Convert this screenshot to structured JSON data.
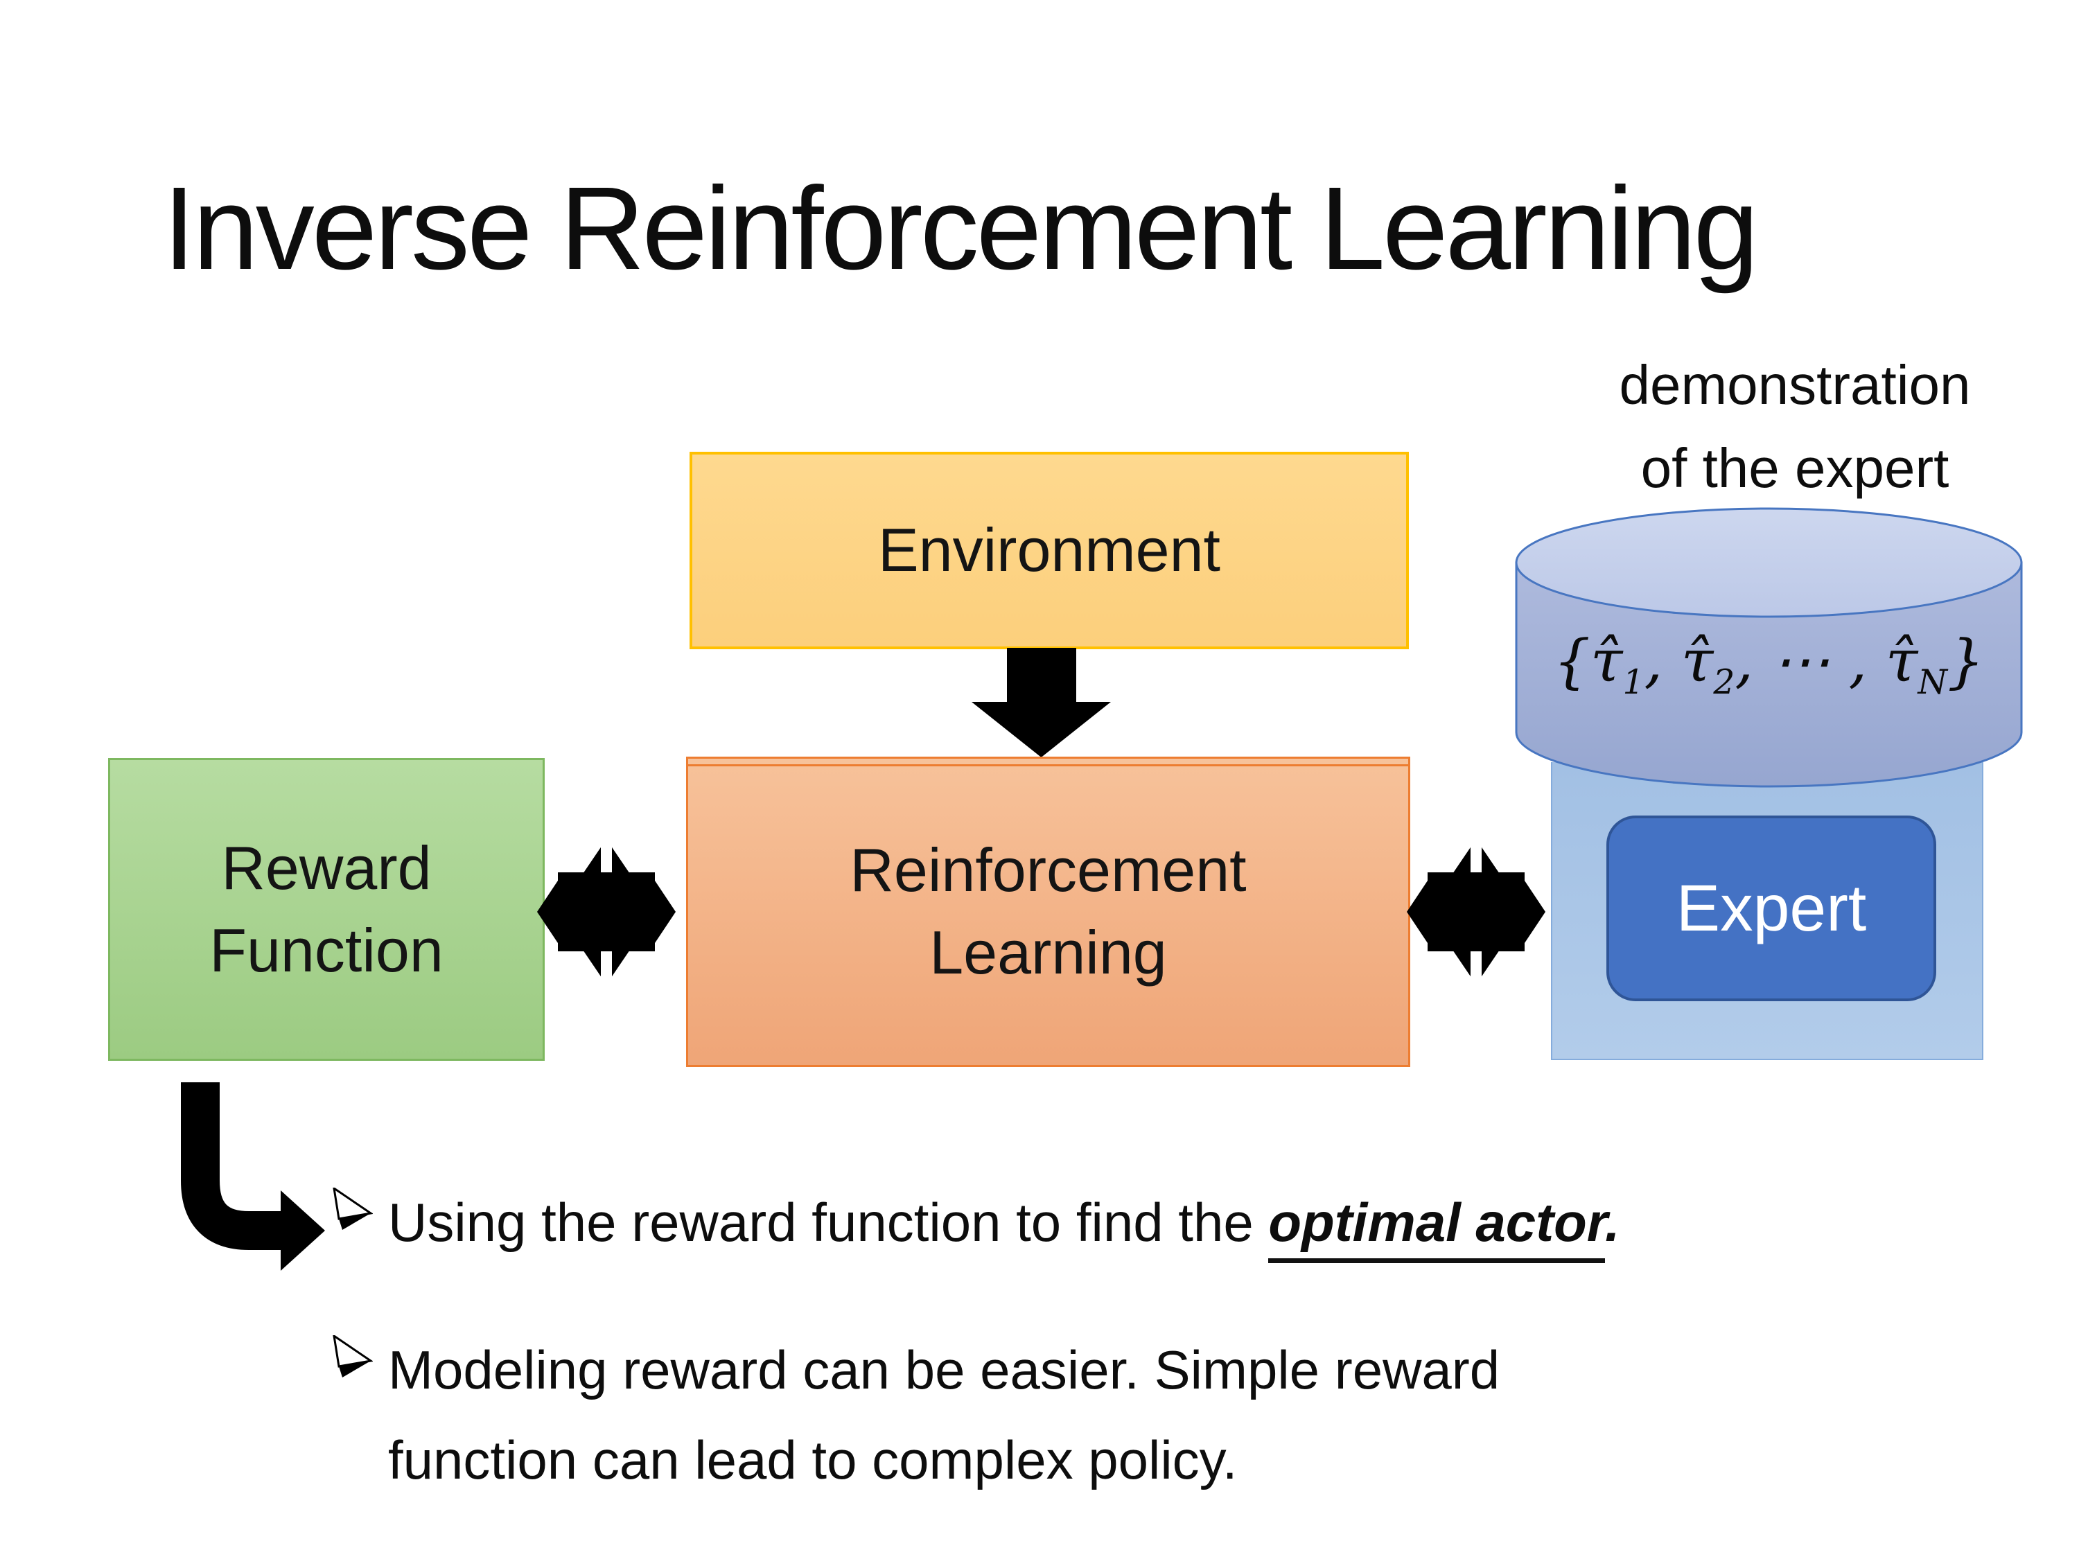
{
  "slide": {
    "title": "Inverse Reinforcement Learning",
    "demo_label": {
      "line1": "demonstration",
      "line2": "of the expert"
    },
    "boxes": {
      "environment": {
        "label": "Environment"
      },
      "reward_function": {
        "line1": "Reward",
        "line2": "Function"
      },
      "reinforcement_learning": {
        "line1": "Reinforcement",
        "line2": "Learning"
      },
      "expert": {
        "label": "Expert"
      }
    },
    "cylinder_formula": {
      "open": "{",
      "tau1": "τ̂",
      "sub1": "1",
      "comma1": ", ",
      "tau2": "τ̂",
      "sub2": "2",
      "comma2": ", ⋯ , ",
      "tau3": "τ̂",
      "subN": "N",
      "close": "}"
    },
    "bullets": [
      {
        "prefix": "Using the reward function to find the ",
        "emphasis": "optimal actor",
        "suffix": "."
      },
      {
        "text": "Modeling reward can be easier. Simple reward function can lead to complex policy."
      }
    ],
    "icons": {
      "down_arrow": "thick black arrow from Environment to Reinforcement Learning",
      "double_arrow": "black four-point exchange arrow between boxes",
      "bent_arrow": "black elbow arrow from Reward Function to bullet list",
      "bullet_arrowhead": "3-D right arrowhead bullet"
    },
    "colors": {
      "background": "#ffffff",
      "title_text": "#0d0d0d",
      "environment_fill_top": "#fed98f",
      "environment_fill_bottom": "#fccf7c",
      "environment_border": "#ffc000",
      "reward_fill_top": "#b6dca1",
      "reward_fill_bottom": "#9ccb82",
      "reward_border": "#7eb860",
      "rl_fill_top": "#f7c29a",
      "rl_fill_bottom": "#efa577",
      "rl_border": "#ed7d31",
      "cylinder_body": "#9fafd6",
      "cylinder_top": "#c9d3ed",
      "cylinder_border": "#4876c1",
      "expert_container_fill": "#a9c6e8",
      "expert_fill": "#4472c4",
      "expert_border": "#2f5597",
      "arrow_black": "#000000"
    }
  }
}
